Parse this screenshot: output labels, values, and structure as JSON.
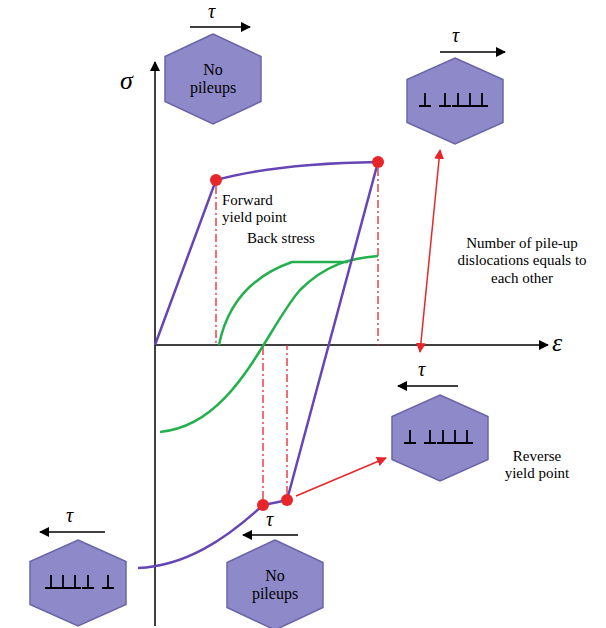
{
  "diagram": {
    "nodes": [
      {
        "text": [
          "No pileups"
        ]
      },
      {
        "text": [
          "No pileups"
        ]
      }
    ],
    "labels": [
      "τ",
      "τ",
      "σ",
      "Forward yield point",
      "Back stress",
      "Number of pile-up dislocations equals to each other",
      "ε",
      "τ",
      "Reverse yield point",
      "τ",
      "τ"
    ]
  }
}
